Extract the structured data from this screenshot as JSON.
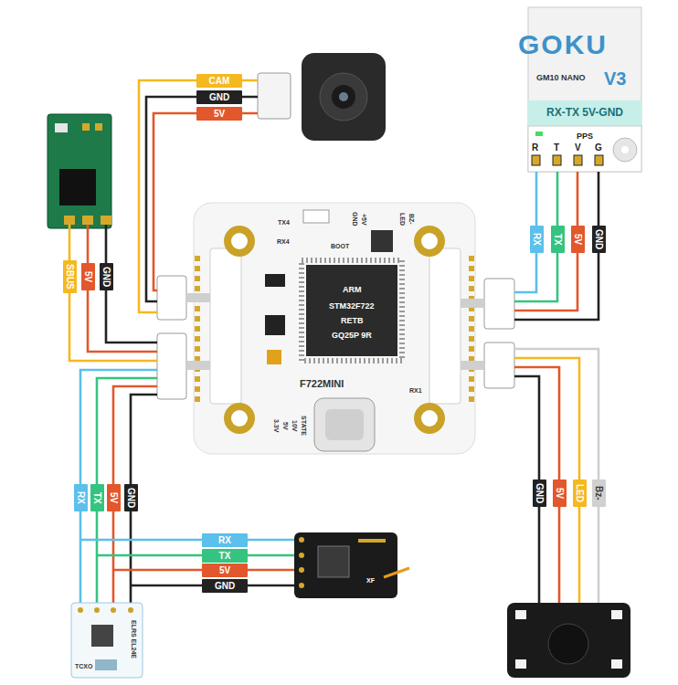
{
  "diagram": {
    "labels": [
      "GOKU",
      "GM10 NANO",
      "V3",
      "RX-TX 5V-GND",
      "PPS",
      "R",
      "T",
      "V",
      "G",
      "RX",
      "TX",
      "5V",
      "GND",
      "CAM",
      "GND",
      "5V",
      "SBUS",
      "5V",
      "GND",
      "TX4",
      "RX4",
      "BOOT",
      "GND",
      "+5V",
      "LED",
      "BZ-",
      "ARM",
      "STM32F722",
      "RETB",
      "GQ25P 9R",
      "F722MINI",
      "RX1",
      "3.3V",
      "5V",
      "10V",
      "STATE",
      "RX",
      "TX",
      "5V",
      "GND",
      "RX",
      "TX",
      "5V",
      "GND",
      "GND",
      "5V",
      "LED",
      "Bz-",
      "ELRS EL24E",
      "TCXO",
      "XF"
    ]
  }
}
